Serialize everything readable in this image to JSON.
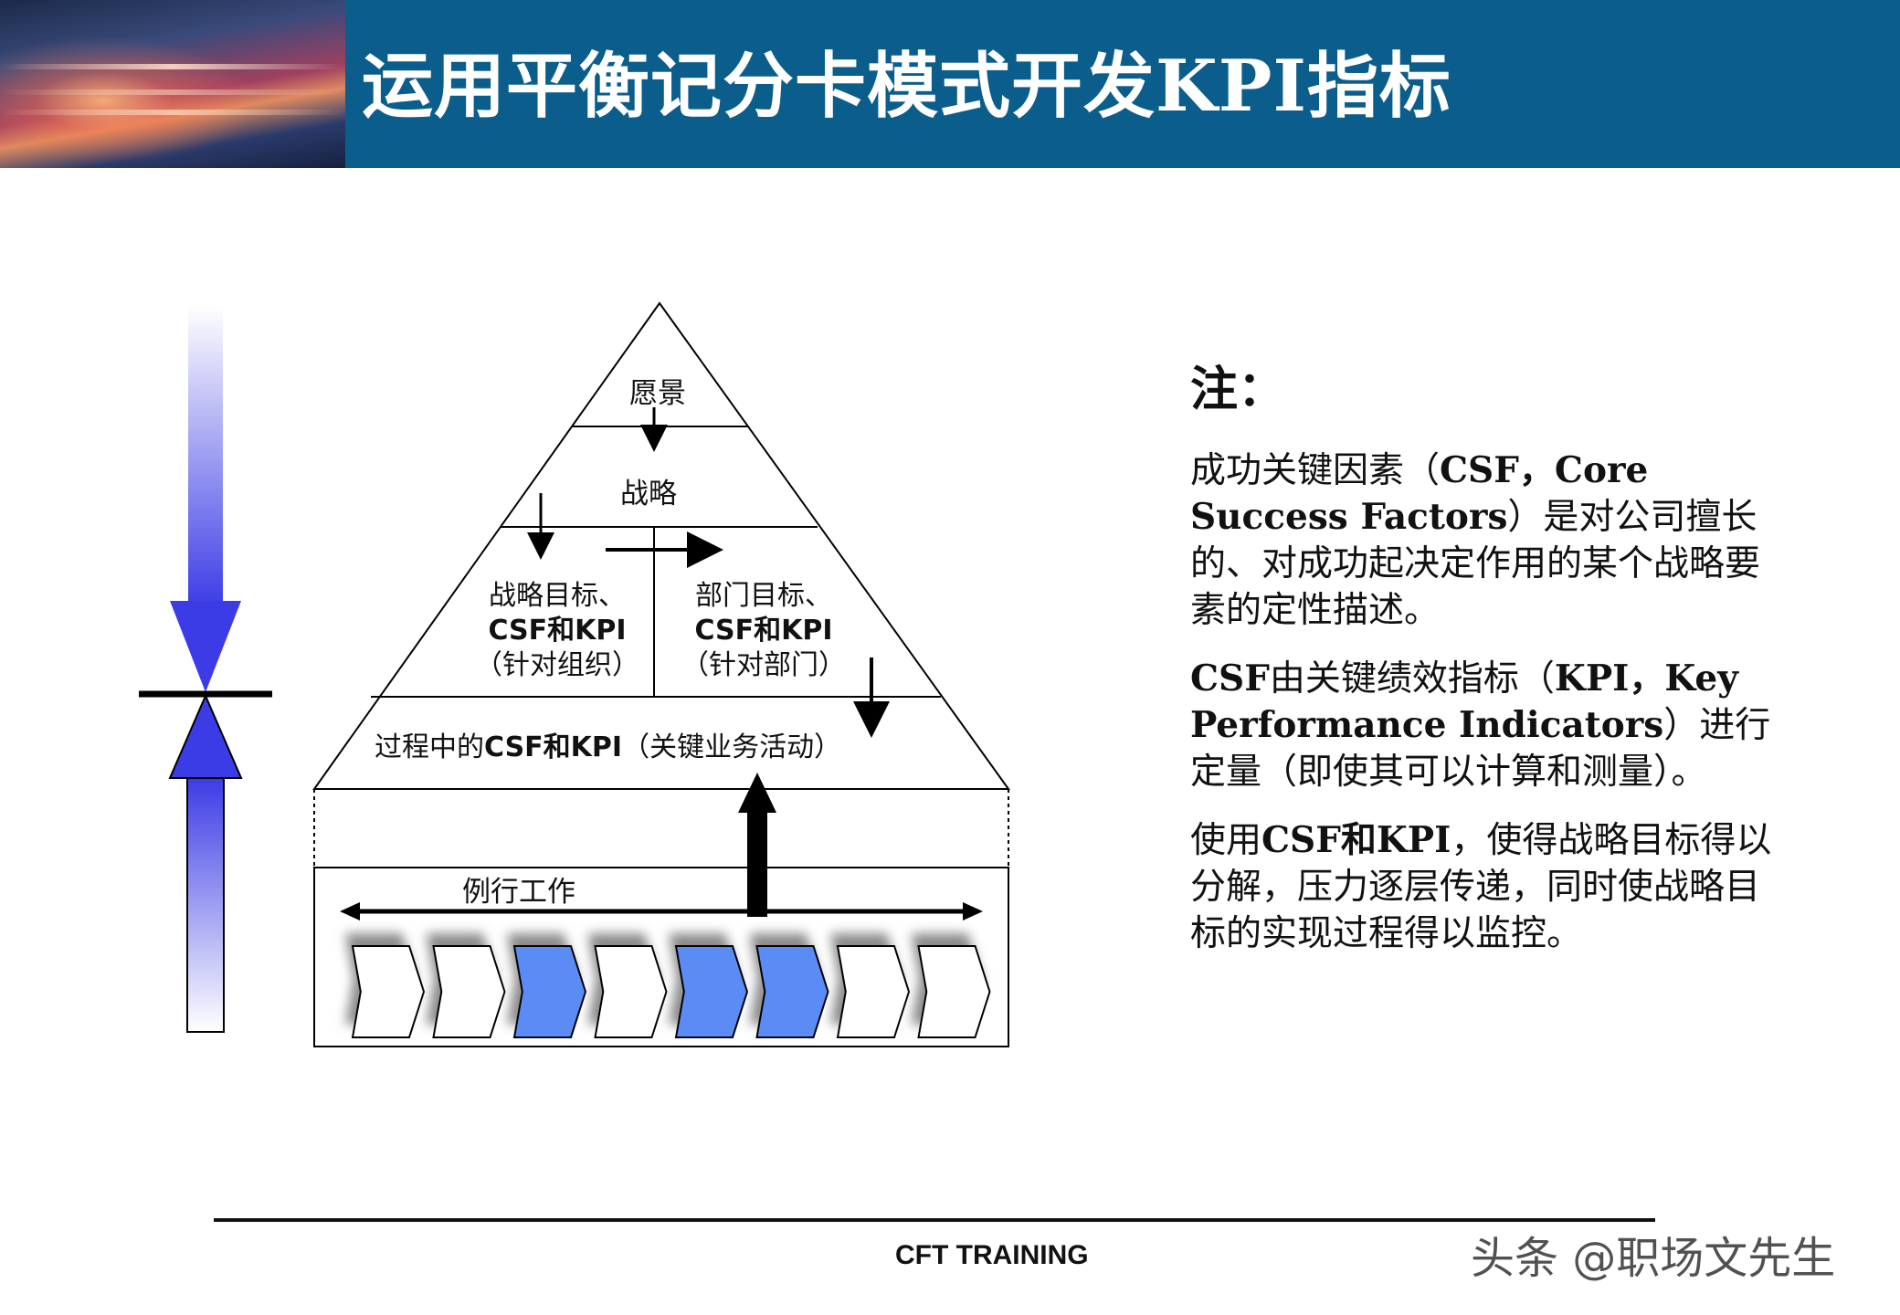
{
  "header": {
    "title": "运用平衡记分卡模式开发KPI指标"
  },
  "pyramid": {
    "vision": "愿景",
    "strategy": "战略",
    "left_cell": {
      "line1": "战略目标、",
      "line2": "CSF和KPI",
      "line3": "（针对组织）"
    },
    "right_cell": {
      "line1": "部门目标、",
      "line2": "CSF和KPI",
      "line3": "（针对部门）"
    },
    "process": {
      "pre": "过程中的",
      "bold": "CSF和KPI",
      "post": "（关键业务活动）"
    }
  },
  "routine": {
    "label": "例行工作",
    "steps_highlighted": [
      false,
      false,
      true,
      false,
      true,
      true,
      false,
      false
    ]
  },
  "notes": {
    "heading": "注：",
    "p1": {
      "a": "成功关键因素（",
      "b": "CSF，Core Success Factors",
      "c": "）是对公司擅长的、对成功起决定作用的某个战略要素的定性描述。"
    },
    "p2": {
      "a": "CSF",
      "b": "由关键绩效指标（",
      "c": "KPI，Key Performance Indicators",
      "d": "）进行定量（即使其可以计算和测量）。"
    },
    "p3": {
      "a": "使用",
      "b": "CSF和KPI",
      "c": "，使得战略目标得以分解，压力逐层传递，同时使战略目标的实现过程得以监控。"
    }
  },
  "footer": {
    "label": "CFT TRAINING",
    "watermark": "头条 @职场文先生"
  },
  "colors": {
    "header_bg": "#0b5e8c",
    "highlight_step": "#5b8cf5",
    "arrow_blue": "#3a3ae0"
  }
}
